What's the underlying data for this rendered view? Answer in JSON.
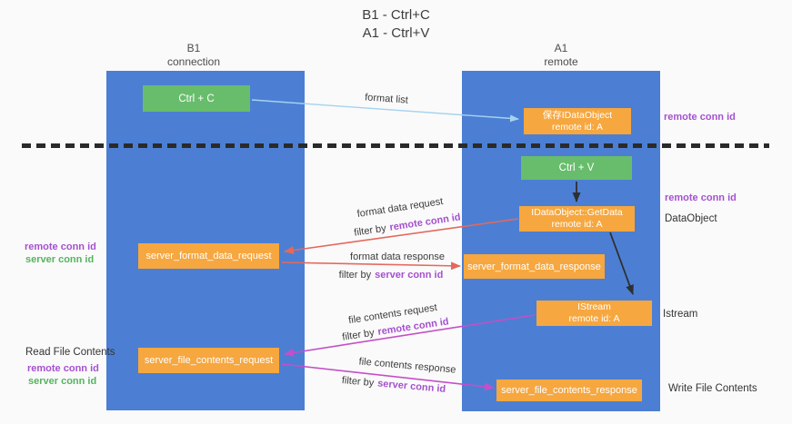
{
  "title": {
    "line1": "B1 - Ctrl+C",
    "line2": "A1 - Ctrl+V"
  },
  "columns": {
    "left": {
      "name": "B1",
      "subtitle": "connection"
    },
    "right": {
      "name": "A1",
      "subtitle": "remote"
    }
  },
  "nodes": {
    "ctrl_c": {
      "label": "Ctrl + C"
    },
    "ctrl_v": {
      "label": "Ctrl + V"
    },
    "saved_dataobject": {
      "line1": "保存IDataObject",
      "line2": "remote id: A"
    },
    "idataobject_getdata": {
      "line1": "IDataObject::GetData",
      "line2": "remote id: A"
    },
    "istream": {
      "line1": "IStream",
      "line2": "remote id: A"
    },
    "server_format_data_request": {
      "label": "server_format_data_request"
    },
    "server_format_data_response": {
      "label": "server_format_data_response"
    },
    "server_file_contents_request": {
      "label": "server_file_contents_request"
    },
    "server_file_contents_response": {
      "label": "server_file_contents_response"
    }
  },
  "flow_labels": {
    "format_list": "format list",
    "format_data_request": "format data request",
    "format_data_response": "format data response",
    "file_contents_request": "file contents request",
    "file_contents_response": "file contents response",
    "filter_by": "filter by",
    "remote_conn_id": "remote conn id",
    "server_conn_id": "server conn id"
  },
  "side_labels": {
    "left": {
      "remote_conn_id_top": "remote conn id",
      "server_conn_id_top": "server conn id",
      "read_file_contents": "Read File Contents",
      "remote_conn_id_bottom": "remote conn id",
      "server_conn_id_bottom": "server conn id"
    },
    "right": {
      "remote_conn_id_top": "remote conn id",
      "remote_conn_id_mid": "remote conn id",
      "dataobject": "DataObject",
      "istream": "Istream",
      "write_file_contents": "Write File Contents"
    }
  },
  "colors": {
    "column_blue": "#4c7fd3",
    "node_green": "#68bd6c",
    "node_orange": "#f6a73f",
    "arrow_lightblue": "#a5d3f0",
    "arrow_red": "#e4695d",
    "arrow_magenta": "#c44fc8",
    "arrow_black": "#2f2f2f",
    "accent_purple": "#a551cf",
    "accent_green": "#55b45f",
    "divider_black": "#2a2a2a",
    "text_dark": "#3c3c3c"
  }
}
